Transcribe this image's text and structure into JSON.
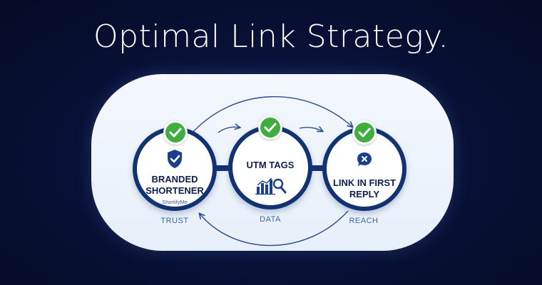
{
  "title": "Optimal Link Strategy.",
  "colors": {
    "background": "#081238",
    "card": "#eef4fb",
    "ring": "#123272",
    "check": "#3fae3f",
    "accent_text": "#3a68ad"
  },
  "nodes": [
    {
      "label": "BRANDED SHORTENER",
      "sub": "ShortifyMe",
      "icon": "shield-check-icon",
      "caption": "TRUST"
    },
    {
      "label": "UTM TAGS",
      "icon": "bar-chart-magnifier-icon",
      "caption": "DATA"
    },
    {
      "label": "LINK IN FIRST REPLY",
      "icon": "speech-bubble-x-icon",
      "caption": "REACH"
    }
  ]
}
